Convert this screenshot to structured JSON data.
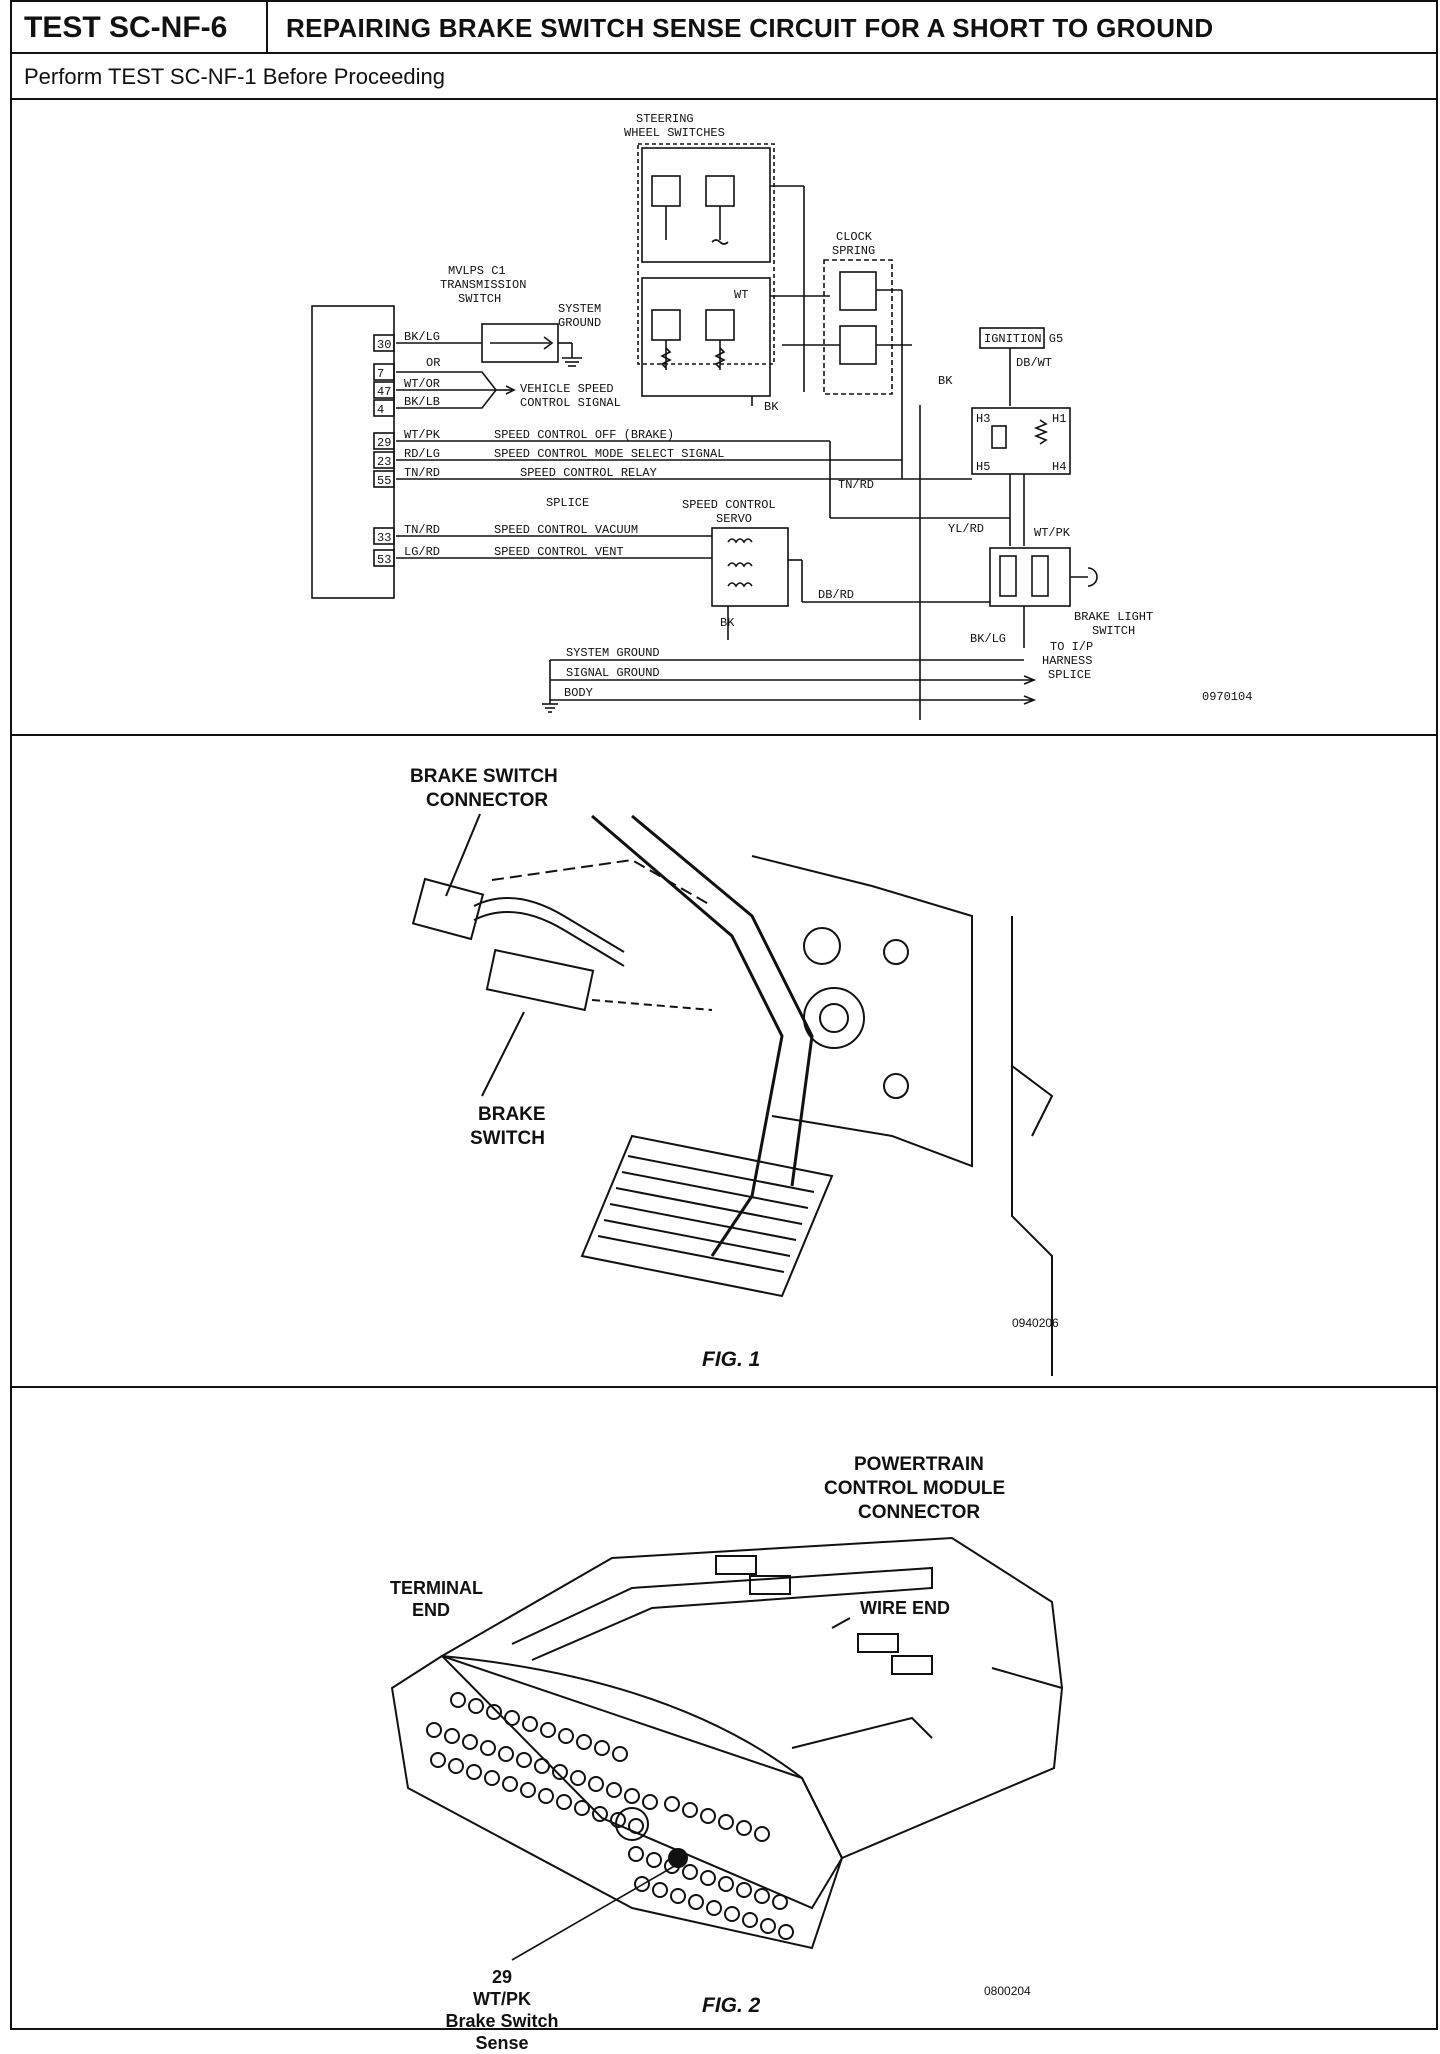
{
  "header": {
    "test_id": "TEST SC-NF-6",
    "test_title": "REPAIRING BRAKE SWITCH SENSE CIRCUIT FOR A SHORT TO GROUND",
    "instruction": "Perform TEST SC-NF-1 Before Proceeding"
  },
  "schematic": {
    "code": "0970104",
    "labels": {
      "steering1": "STEERING",
      "steering2": "WHEEL SWITCHES",
      "clock1": "CLOCK",
      "clock2": "SPRING",
      "mvlps1": "MVLPS   C1",
      "mvlps2": "TRANSMISSION",
      "mvlps3": "SWITCH",
      "sysgnd1": "SYSTEM",
      "sysgnd2": "GROUND",
      "ignition": "IGNITION G5",
      "dbwt": "DB/WT",
      "bk_right": "BK",
      "bk_sw": "BK",
      "wt_sw": "WT",
      "vss1": "VEHICLE SPEED",
      "vss2": "CONTROL SIGNAL",
      "splice": "SPLICE",
      "servo1": "SPEED CONTROL",
      "servo2": "SERVO",
      "tnrd_right": "TN/RD",
      "ylrd": "YL/RD",
      "wtpk_right": "WT/PK",
      "dbrd": "DB/RD",
      "bk_servo": "BK",
      "bklg_sw": "BK/LG",
      "bls1": "BRAKE LIGHT",
      "bls2": "SWITCH",
      "gnd_system": "SYSTEM GROUND",
      "gnd_signal": "SIGNAL GROUND",
      "gnd_body": "BODY",
      "toip1": "TO I/P",
      "toip2": "HARNESS",
      "toip3": "SPLICE",
      "or": "OR",
      "relay_h3": "H3",
      "relay_h1": "H1",
      "relay_h5": "H5",
      "relay_h4": "H4"
    },
    "pins": [
      {
        "num": "30",
        "color": "BK/LG",
        "desc": ""
      },
      {
        "num": "7",
        "color": "",
        "desc": ""
      },
      {
        "num": "47",
        "color": "WT/OR",
        "desc": ""
      },
      {
        "num": "4",
        "color": "BK/LB",
        "desc": ""
      },
      {
        "num": "29",
        "color": "WT/PK",
        "desc": "SPEED CONTROL OFF (BRAKE)"
      },
      {
        "num": "23",
        "color": "RD/LG",
        "desc": "SPEED CONTROL MODE SELECT SIGNAL"
      },
      {
        "num": "55",
        "color": "TN/RD",
        "desc": "SPEED CONTROL RELAY"
      },
      {
        "num": "33",
        "color": "TN/RD",
        "desc": "SPEED CONTROL VACUUM"
      },
      {
        "num": "53",
        "color": "LG/RD",
        "desc": "SPEED CONTROL VENT"
      }
    ]
  },
  "fig1": {
    "caption": "FIG. 1",
    "code": "0940206",
    "connector_label_1": "BRAKE SWITCH",
    "connector_label_2": "CONNECTOR",
    "switch_label_1": "BRAKE",
    "switch_label_2": "SWITCH"
  },
  "fig2": {
    "caption": "FIG. 2",
    "code": "0800204",
    "pcm_label_1": "POWERTRAIN",
    "pcm_label_2": "CONTROL MODULE",
    "pcm_label_3": "CONNECTOR",
    "terminal_1": "TERMINAL",
    "terminal_2": "END",
    "wire_end": "WIRE  END",
    "pin_num": "29",
    "pin_color": "WT/PK",
    "pin_name_1": "Brake Switch",
    "pin_name_2": "Sense"
  }
}
